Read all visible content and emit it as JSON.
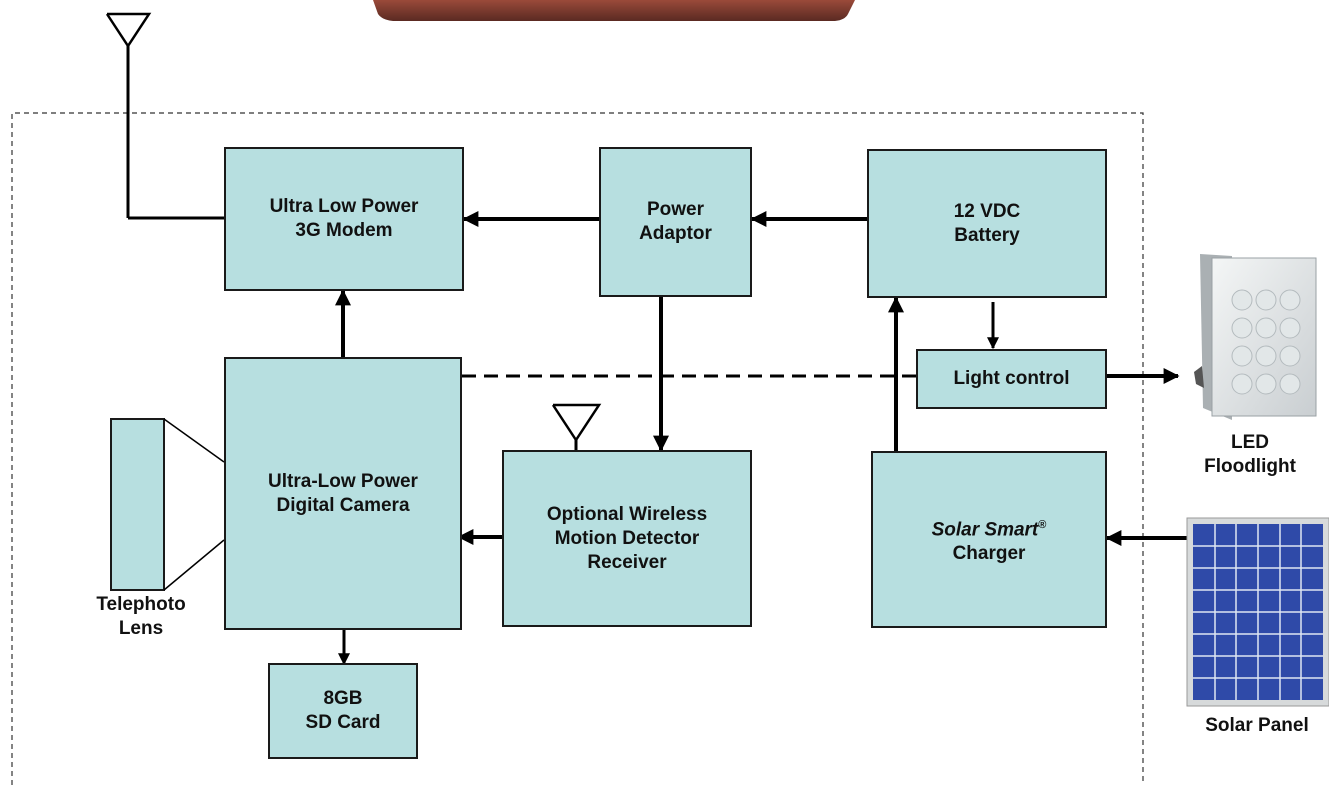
{
  "colors": {
    "box_fill": "#b7dfe0",
    "line": "#000000",
    "panel_blue": "#2f4aa8"
  },
  "blocks": {
    "modem": {
      "lines": [
        "Ultra Low Power",
        "3G Modem"
      ]
    },
    "power": {
      "lines": [
        "Power",
        "Adaptor"
      ]
    },
    "battery": {
      "lines": [
        "12 VDC",
        "Battery"
      ]
    },
    "light": {
      "lines": [
        "Light control"
      ]
    },
    "camera": {
      "lines": [
        "Ultra-Low Power",
        "Digital Camera"
      ]
    },
    "motion": {
      "lines": [
        "Optional Wireless",
        "Motion Detector",
        "Receiver"
      ]
    },
    "charger": {
      "brand": "Solar Smart",
      "reg": "®",
      "line2": "Charger"
    },
    "sdcard": {
      "lines": [
        "8GB",
        "SD Card"
      ]
    }
  },
  "external": {
    "telephoto": {
      "lines": [
        "Telephoto",
        "Lens"
      ]
    },
    "floodlight": {
      "lines": [
        "LED",
        "Floodlight"
      ]
    },
    "solar": {
      "lines": [
        "Solar Panel"
      ]
    }
  },
  "icons": [
    "antenna-icon",
    "led-floodlight-icon",
    "solar-panel-icon",
    "enclosure-case-icon",
    "telephoto-lens-icon"
  ]
}
